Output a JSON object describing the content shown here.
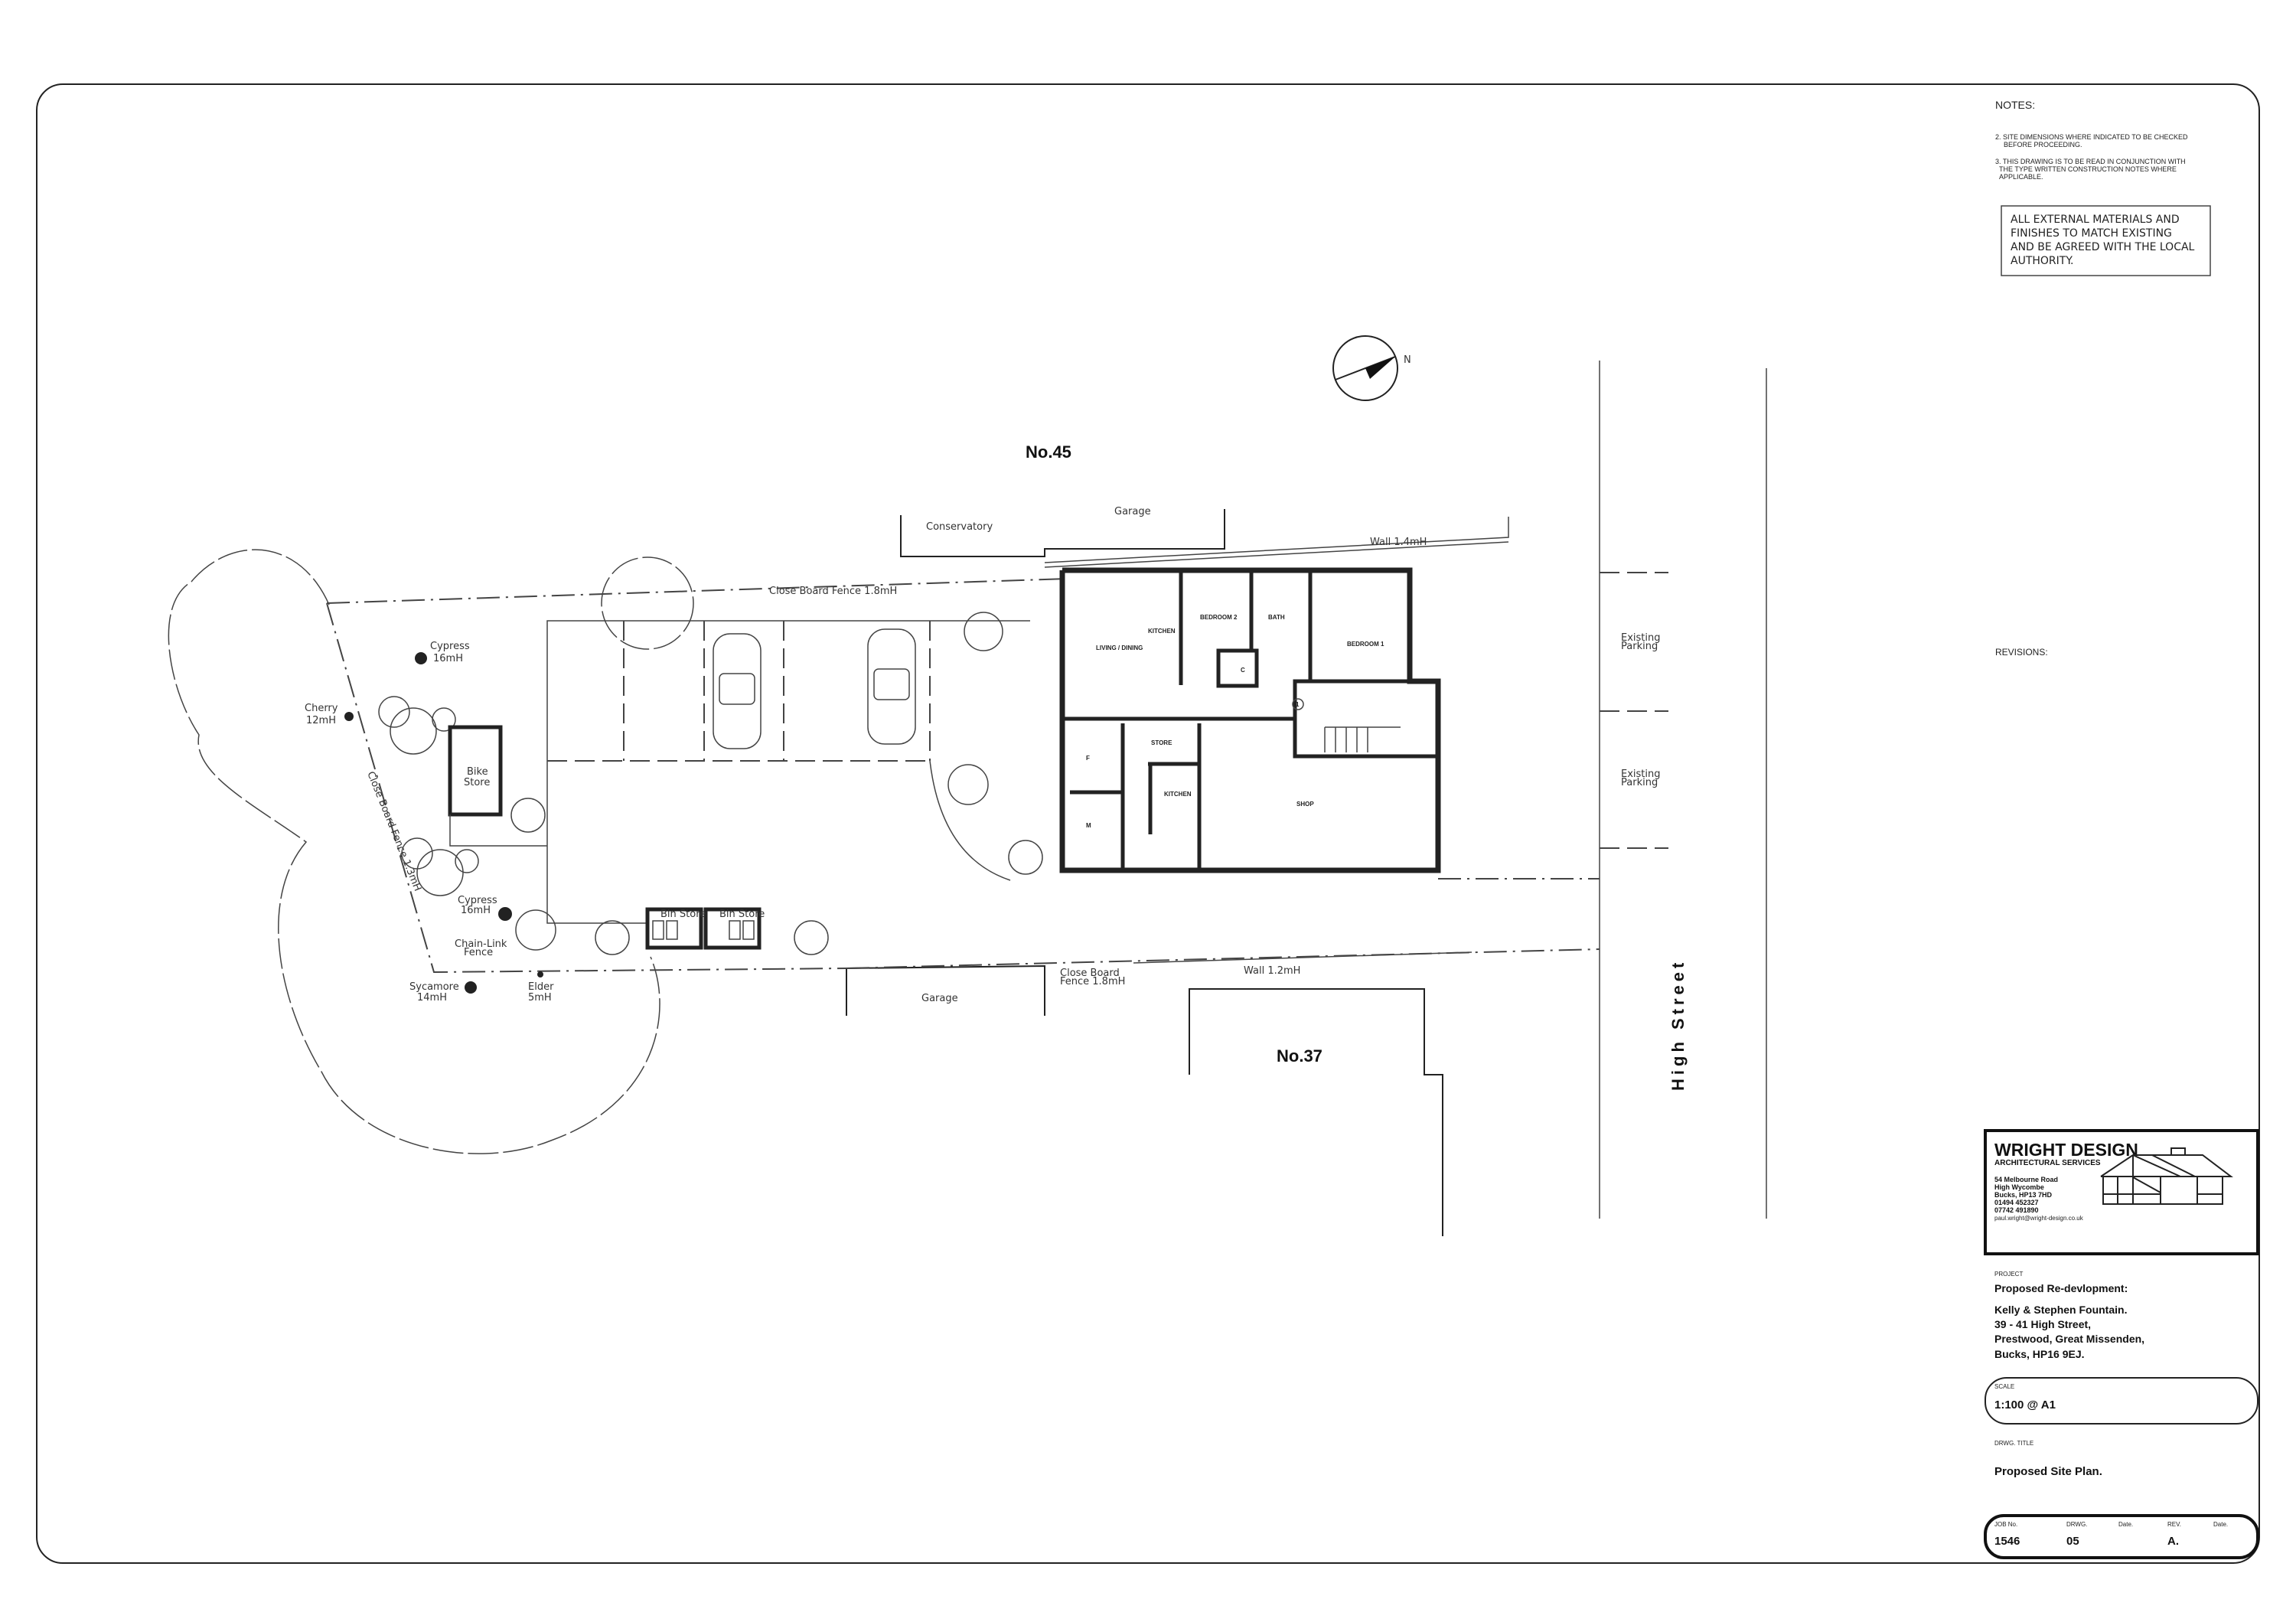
{
  "notes": {
    "heading": "NOTES:",
    "items": [
      "2.   SITE DIMENSIONS WHERE INDICATED TO BE CHECKED",
      "BEFORE PROCEEDING.",
      "3.   THIS DRAWING IS TO BE READ IN CONJUNCTION WITH",
      "THE TYPE WRITTEN CONSTRUCTION NOTES WHERE",
      "APPLICABLE."
    ],
    "box_lines": [
      "ALL EXTERNAL MATERIALS AND",
      "FINISHES TO MATCH EXISTING",
      "AND BE AGREED WITH THE LOCAL",
      "AUTHORITY."
    ],
    "revisions_heading": "REVISIONS:"
  },
  "firm": {
    "name": "WRIGHT DESIGN",
    "tagline": "ARCHITECTURAL SERVICES",
    "address": [
      "54 Melbourne Road",
      "High Wycombe",
      "Bucks, HP13 7HD",
      "01494 452327",
      "07742 491890"
    ],
    "email": "paul.wright@wright-design.co.uk"
  },
  "project": {
    "label": "PROJECT",
    "title": "Proposed Re-devlopment:",
    "lines": [
      "Kelly & Stephen Fountain.",
      "39 - 41 High Street,",
      "Prestwood, Great Missenden,",
      "Bucks,  HP16 9EJ."
    ]
  },
  "scale": {
    "label": "SCALE",
    "value": "1:100 @ A1"
  },
  "drawing_title": {
    "label": "DRWG.  TITLE",
    "value": "Proposed Site Plan."
  },
  "job": {
    "headers": [
      "JOB  No.",
      "DRWG.",
      "Date.",
      "REV.",
      "Date."
    ],
    "values": [
      "1546",
      "05",
      "",
      "A.",
      ""
    ]
  },
  "plan": {
    "north": "N",
    "neighbours": {
      "top": "No.45",
      "bottom": "No.37"
    },
    "street": "High Street",
    "labels": {
      "conservatory": "Conservatory",
      "garage_top": "Garage",
      "garage_bottom": "Garage",
      "wall_top": "Wall 1.4mH",
      "wall_bottom": "Wall 1.2mH",
      "fence_top": "Close Board Fence 1.8mH",
      "fence_bottom_1": "Close Board",
      "fence_bottom_2": "Fence 1.8mH",
      "fence_left": "Close Board Fence 1.3mH",
      "chain_link_1": "Chain-Link",
      "chain_link_2": "Fence",
      "bike_store_1": "Bike",
      "bike_store_2": "Store",
      "bin_store": "Bin Store",
      "existing_parking_1": "Existing",
      "existing_parking_2": "Parking",
      "door_ref": "1"
    },
    "trees": [
      {
        "name": "Cypress",
        "height": "16mH"
      },
      {
        "name": "Cherry",
        "height": "12mH"
      },
      {
        "name": "Cypress",
        "height": "16mH"
      },
      {
        "name": "Sycamore",
        "height": "14mH"
      },
      {
        "name": "Elder",
        "height": "5mH"
      }
    ],
    "rooms": {
      "living": "LIVING / DINING",
      "kitchen_flat": "KITCHEN",
      "bedroom2": "BEDROOM 2",
      "bath": "BATH",
      "bedroom1": "BEDROOM 1",
      "cupboard": "C",
      "store": "STORE",
      "wc_f": "F",
      "wc_m": "M",
      "kitchen_shop": "KITCHEN",
      "shop": "SHOP"
    }
  }
}
